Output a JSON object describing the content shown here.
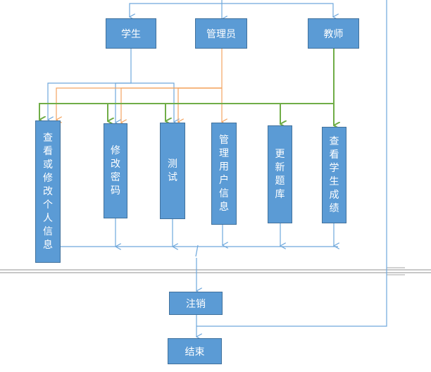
{
  "diagram": {
    "roles": {
      "student": "学生",
      "admin": "管理员",
      "teacher": "教师"
    },
    "functions": {
      "view_modify_info": "查看或修改个人信息",
      "change_password": "修改密码",
      "test": "测试",
      "manage_users": "管理用户信息",
      "update_bank": "更新题库",
      "view_scores": "查看学生成绩"
    },
    "flow": {
      "logout": "注销",
      "end": "结束"
    },
    "colors": {
      "box_fill": "#5b9bd5",
      "box_border": "#41719c",
      "student_line": "#6fa8dc",
      "admin_line": "#f4a460",
      "teacher_line": "#70ad47",
      "separator": "#a6a6a6"
    }
  }
}
